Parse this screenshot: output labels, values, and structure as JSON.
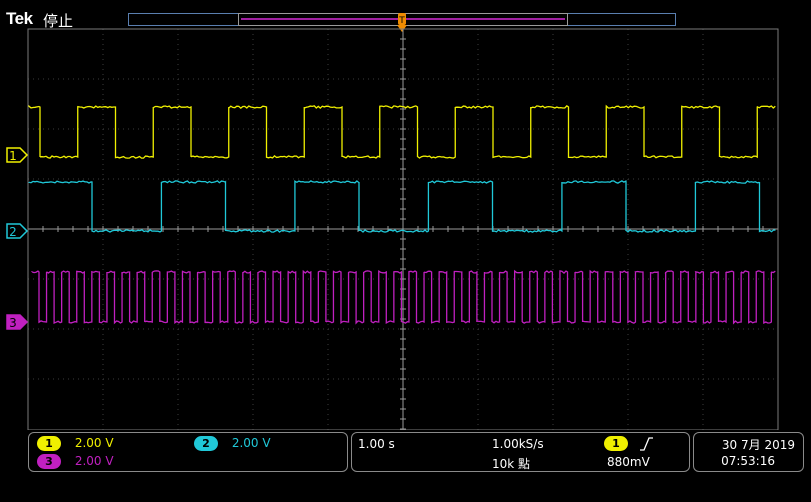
{
  "header": {
    "brand": "Tek",
    "state": "停止"
  },
  "channels": [
    {
      "id": "1",
      "scale": "2.00 V",
      "color": "#f0f000"
    },
    {
      "id": "2",
      "scale": "2.00 V",
      "color": "#20c8d8"
    },
    {
      "id": "3",
      "scale": "2.00 V",
      "color": "#c020c0"
    }
  ],
  "timebase": {
    "scale": "1.00 s",
    "sample_rate": "1.00kS/s",
    "record_length": "10k 點"
  },
  "trigger": {
    "source": "1",
    "slope_icon": "rising-edge-icon",
    "level": "880mV",
    "marker_label": "T"
  },
  "datetime": {
    "date": "30 7月 2019",
    "time": "07:53:16"
  },
  "colors": {
    "grid": "#3c3c3c",
    "frame": "#7a7a7a",
    "trigger_marker": "#f08c00"
  }
}
